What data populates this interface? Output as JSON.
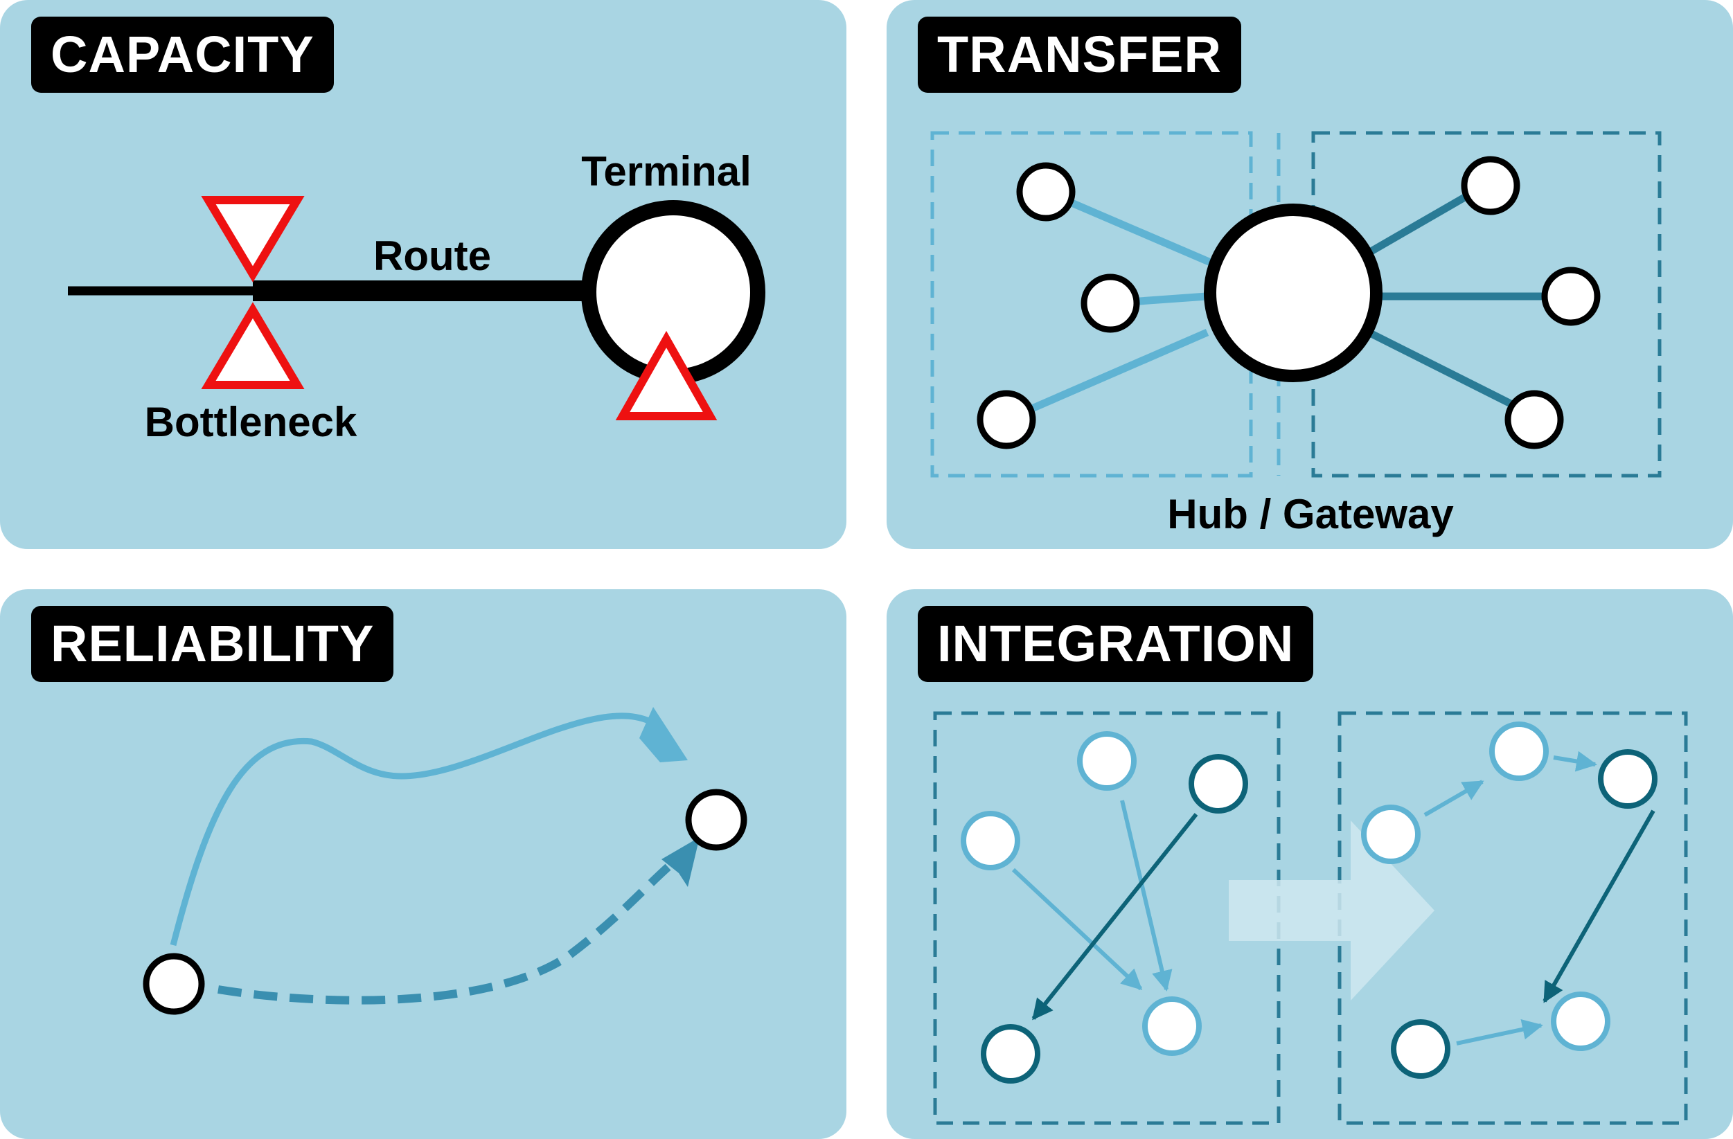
{
  "panels": {
    "capacity": {
      "title": "CAPACITY",
      "labels": {
        "route": "Route",
        "terminal": "Terminal",
        "bottleneck": "Bottleneck"
      }
    },
    "transfer": {
      "title": "TRANSFER",
      "labels": {
        "hub": "Hub / Gateway"
      }
    },
    "reliability": {
      "title": "RELIABILITY"
    },
    "integration": {
      "title": "INTEGRATION"
    }
  },
  "colors": {
    "panel_bg": "#a9d5e3",
    "badge_bg": "#000000",
    "warning_red": "#ee1111",
    "light_blue": "#5fb3d3",
    "mid_blue": "#3a8fb0",
    "dark_teal": "#0d6378"
  }
}
